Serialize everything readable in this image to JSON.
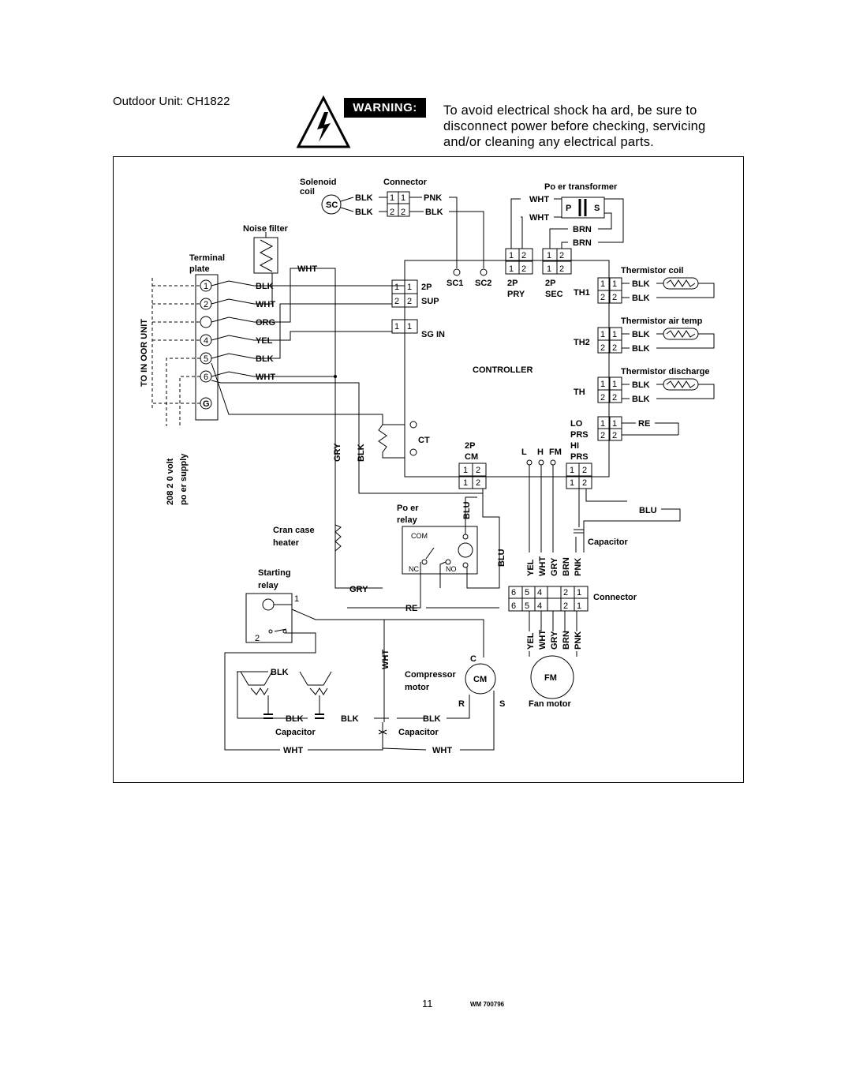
{
  "header": {
    "title": "Outdoor Unit:  CH1822",
    "warning_badge": "WARNING:",
    "warning_lines": [
      "To avoid electrical shock ha  ard, be sure to",
      "disconnect power before checking, servicing",
      "and/or cleaning any electrical parts."
    ]
  },
  "diagram": {
    "components": {
      "solenoid": "Solenoid",
      "coil": "coil",
      "sc": "SC",
      "connector": "Connector",
      "power_transformer": "Po   er transformer",
      "noise_filter": "Noise filter",
      "terminal": "Terminal",
      "plate": "plate",
      "thermistor_coil": "Thermistor  coil",
      "thermistor_air": "Thermistor  air temp",
      "thermistor_discharge": "Thermistor  discharge",
      "controller": "CONTROLLER",
      "ct": "CT",
      "power_relay_1": "Po   er",
      "power_relay_2": "relay",
      "crankcase_1": "Cran   case",
      "crankcase_2": "heater",
      "starting_1": "Starting",
      "starting_2": "relay",
      "capacitor": "Capacitor",
      "connector2": "Connector",
      "compressor_1": "Compressor",
      "compressor_2": "motor",
      "cm": "CM",
      "fm": "FM",
      "fan_motor": "Fan motor",
      "com": "COM",
      "nc": "NC",
      "no": "NO",
      "p": "P",
      "s": "S",
      "g": "G",
      "c": "C",
      "r": "R",
      "s2": "S"
    },
    "controller_labels": {
      "sc1": "SC1",
      "sc2": "SC2",
      "p2": "2P",
      "sup": "SUP",
      "sg_in": "SG IN",
      "pry_2p": "2P",
      "pry": "PRY",
      "sec_2p": "2P",
      "sec": "SEC",
      "th1": "TH1",
      "th2": "TH2",
      "th": "TH",
      "lo": "LO",
      "prs": "PRS",
      "hi": "HI",
      "prs2": "PRS",
      "cm_2p": "2P",
      "cm": "CM",
      "l": "L",
      "h": "H",
      "fm": "FM"
    },
    "left_labels": {
      "to_indoor": "TO IN   OOR UNIT",
      "supply_1": "208 2  0 volt",
      "supply_2": "po   er supply"
    },
    "terminals": [
      "1",
      "2",
      "",
      "4",
      "5",
      "6"
    ],
    "terminal_wires": [
      "BLK",
      "WHT",
      "ORG",
      "YEL",
      "BLK",
      "WHT"
    ],
    "wires": {
      "blk": "BLK",
      "wht": "WHT",
      "pnk": "PNK",
      "brn": "BRN",
      "org": "ORG",
      "yel": "YEL",
      "gry": "GRY",
      "blu": "BLU",
      "re": "RE",
      "red": "RE"
    },
    "fan_wires": [
      "YEL",
      "WHT",
      "GRY",
      "BRN",
      "PNK"
    ],
    "connector6": [
      "6",
      "5",
      "4",
      "",
      "2",
      "1"
    ],
    "pin_pairs": [
      "1",
      "2"
    ]
  },
  "footer": {
    "page_number": "11",
    "doc_code": "WM   700796"
  }
}
